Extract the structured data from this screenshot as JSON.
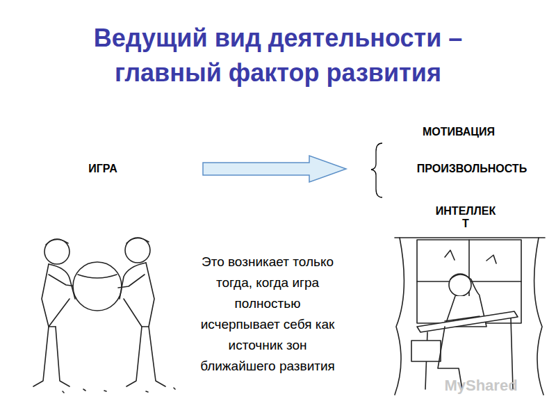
{
  "diagram": {
    "title": "Ведущий вид деятельности – главный фактор развития",
    "labels": [
      "ИГРА",
      "МОТИВАЦИЯ",
      "ПРОИЗВОЛЬНОСТЬ",
      "ИНТЕЛЛЕК Т",
      "Это возникает только тогда, когда игра полностью исчерпывает себя как источник зон ближайшего развития",
      "MyShared"
    ]
  }
}
